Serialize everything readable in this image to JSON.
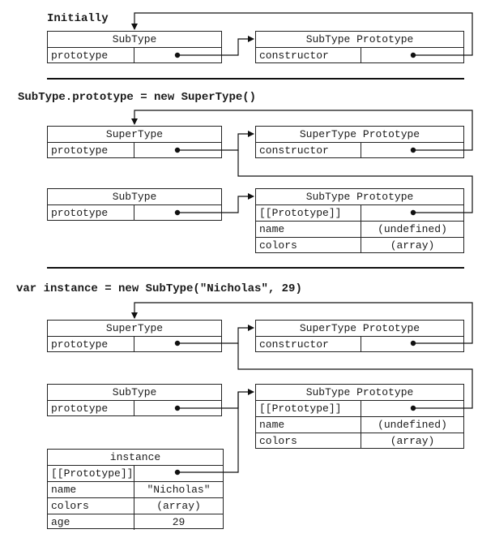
{
  "sections": [
    {
      "heading": "Initially"
    },
    {
      "heading": "SubType.prototype = new SuperType()"
    },
    {
      "heading": "var instance = new SubType(\"Nicholas\", 29)"
    }
  ],
  "labels": {
    "subtype": "SubType",
    "supertype": "SuperType",
    "subtype_proto": "SubType Prototype",
    "supertype_proto": "SuperType Prototype",
    "instance": "instance",
    "prototype": "prototype",
    "constructor": "constructor",
    "proto_slot": "[[Prototype]]",
    "name": "name",
    "colors": "colors",
    "age": "age",
    "undefined_val": "(undefined)",
    "array_val": "(array)",
    "nicholas_val": "\"Nicholas\"",
    "age_val": "29"
  }
}
